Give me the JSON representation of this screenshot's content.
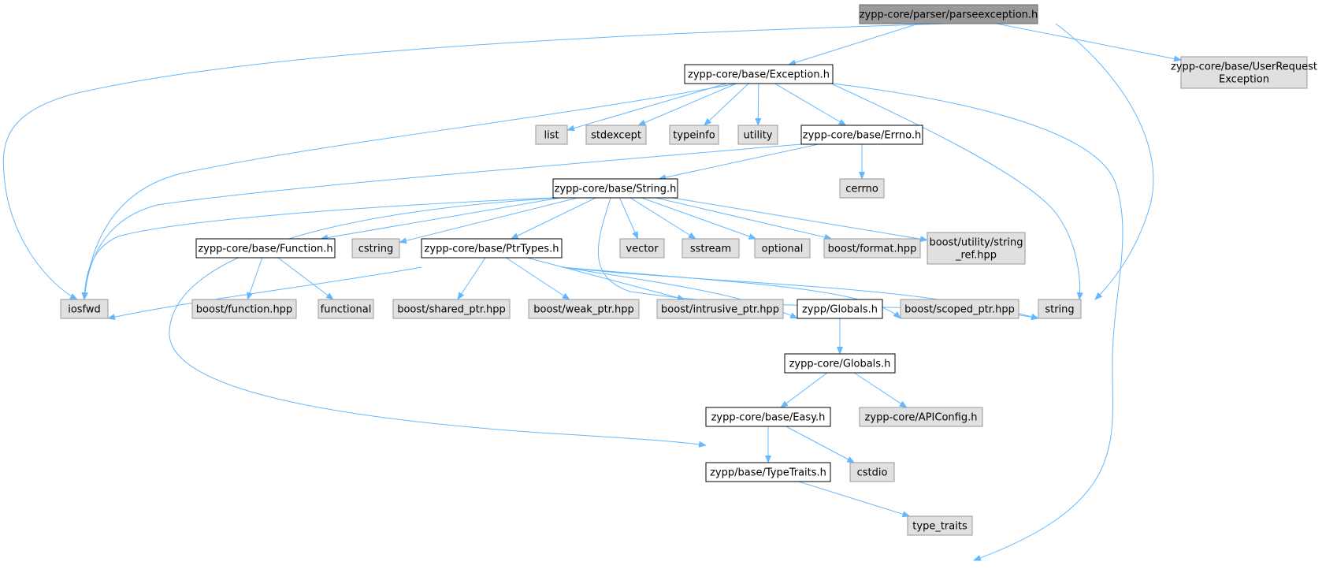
{
  "colors": {
    "edge": "#63b8ff",
    "root_fill": "#999999",
    "documented_fill": "#ffffff",
    "undocumented_fill": "#e0e0e0",
    "documented_border": "#000000",
    "undocumented_border": "#999999",
    "root_border": "#666666"
  },
  "nodes": [
    {
      "id": "parseexception",
      "lines": [
        "zypp-core/parser/parseexception.h"
      ],
      "kind": "root"
    },
    {
      "id": "exception",
      "lines": [
        "zypp-core/base/Exception.h"
      ],
      "kind": "documented"
    },
    {
      "id": "userrequest",
      "lines": [
        "zypp-core/base/UserRequest",
        "Exception"
      ],
      "kind": "undocumented"
    },
    {
      "id": "list",
      "lines": [
        "list"
      ],
      "kind": "undocumented"
    },
    {
      "id": "stdexcept",
      "lines": [
        "stdexcept"
      ],
      "kind": "undocumented"
    },
    {
      "id": "typeinfo",
      "lines": [
        "typeinfo"
      ],
      "kind": "undocumented"
    },
    {
      "id": "utility",
      "lines": [
        "utility"
      ],
      "kind": "undocumented"
    },
    {
      "id": "errno",
      "lines": [
        "zypp-core/base/Errno.h"
      ],
      "kind": "documented"
    },
    {
      "id": "cerrno",
      "lines": [
        "cerrno"
      ],
      "kind": "undocumented"
    },
    {
      "id": "string_h",
      "lines": [
        "zypp-core/base/String.h"
      ],
      "kind": "documented"
    },
    {
      "id": "function",
      "lines": [
        "zypp-core/base/Function.h"
      ],
      "kind": "documented"
    },
    {
      "id": "cstring",
      "lines": [
        "cstring"
      ],
      "kind": "undocumented"
    },
    {
      "id": "ptrtypes",
      "lines": [
        "zypp-core/base/PtrTypes.h"
      ],
      "kind": "documented"
    },
    {
      "id": "vector",
      "lines": [
        "vector"
      ],
      "kind": "undocumented"
    },
    {
      "id": "sstream",
      "lines": [
        "sstream"
      ],
      "kind": "undocumented"
    },
    {
      "id": "optional",
      "lines": [
        "optional"
      ],
      "kind": "undocumented"
    },
    {
      "id": "boostformat",
      "lines": [
        "boost/format.hpp"
      ],
      "kind": "undocumented"
    },
    {
      "id": "stringref",
      "lines": [
        "boost/utility/string",
        "_ref.hpp"
      ],
      "kind": "undocumented"
    },
    {
      "id": "iosfwd",
      "lines": [
        "iosfwd"
      ],
      "kind": "undocumented"
    },
    {
      "id": "boostfunction",
      "lines": [
        "boost/function.hpp"
      ],
      "kind": "undocumented"
    },
    {
      "id": "functional",
      "lines": [
        "functional"
      ],
      "kind": "undocumented"
    },
    {
      "id": "sharedptr",
      "lines": [
        "boost/shared_ptr.hpp"
      ],
      "kind": "undocumented"
    },
    {
      "id": "weakptr",
      "lines": [
        "boost/weak_ptr.hpp"
      ],
      "kind": "undocumented"
    },
    {
      "id": "intrusiveptr",
      "lines": [
        "boost/intrusive_ptr.hpp"
      ],
      "kind": "undocumented"
    },
    {
      "id": "zyppglobals",
      "lines": [
        "zypp/Globals.h"
      ],
      "kind": "documented"
    },
    {
      "id": "scopedptr",
      "lines": [
        "boost/scoped_ptr.hpp"
      ],
      "kind": "undocumented"
    },
    {
      "id": "string",
      "lines": [
        "string"
      ],
      "kind": "undocumented"
    },
    {
      "id": "coreglobals",
      "lines": [
        "zypp-core/Globals.h"
      ],
      "kind": "documented"
    },
    {
      "id": "easy",
      "lines": [
        "zypp-core/base/Easy.h"
      ],
      "kind": "documented"
    },
    {
      "id": "apiconfig",
      "lines": [
        "zypp-core/APIConfig.h"
      ],
      "kind": "undocumented"
    },
    {
      "id": "typetraits_h",
      "lines": [
        "zypp/base/TypeTraits.h"
      ],
      "kind": "documented"
    },
    {
      "id": "cstdio",
      "lines": [
        "cstdio"
      ],
      "kind": "undocumented"
    },
    {
      "id": "type_traits",
      "lines": [
        "type_traits"
      ],
      "kind": "undocumented"
    }
  ],
  "edges": [
    [
      "parseexception",
      "exception"
    ],
    [
      "parseexception",
      "userrequest"
    ],
    [
      "parseexception",
      "iosfwd"
    ],
    [
      "parseexception",
      "string"
    ],
    [
      "exception",
      "list"
    ],
    [
      "exception",
      "stdexcept"
    ],
    [
      "exception",
      "typeinfo"
    ],
    [
      "exception",
      "utility"
    ],
    [
      "exception",
      "errno"
    ],
    [
      "exception",
      "iosfwd"
    ],
    [
      "exception",
      "string"
    ],
    [
      "exception",
      "type_traits"
    ],
    [
      "errno",
      "cerrno"
    ],
    [
      "errno",
      "string_h"
    ],
    [
      "errno",
      "iosfwd"
    ],
    [
      "string_h",
      "function"
    ],
    [
      "string_h",
      "cstring"
    ],
    [
      "string_h",
      "ptrtypes"
    ],
    [
      "string_h",
      "vector"
    ],
    [
      "string_h",
      "sstream"
    ],
    [
      "string_h",
      "optional"
    ],
    [
      "string_h",
      "boostformat"
    ],
    [
      "string_h",
      "stringref"
    ],
    [
      "string_h",
      "iosfwd"
    ],
    [
      "string_h",
      "string"
    ],
    [
      "string_h",
      "easy"
    ],
    [
      "function",
      "boostfunction"
    ],
    [
      "function",
      "functional"
    ],
    [
      "ptrtypes",
      "iosfwd"
    ],
    [
      "ptrtypes",
      "sharedptr"
    ],
    [
      "ptrtypes",
      "weakptr"
    ],
    [
      "ptrtypes",
      "intrusiveptr"
    ],
    [
      "ptrtypes",
      "zyppglobals"
    ],
    [
      "ptrtypes",
      "scopedptr"
    ],
    [
      "ptrtypes",
      "string"
    ],
    [
      "zyppglobals",
      "coreglobals"
    ],
    [
      "coreglobals",
      "easy"
    ],
    [
      "coreglobals",
      "apiconfig"
    ],
    [
      "easy",
      "typetraits_h"
    ],
    [
      "easy",
      "cstdio"
    ],
    [
      "typetraits_h",
      "type_traits"
    ]
  ]
}
